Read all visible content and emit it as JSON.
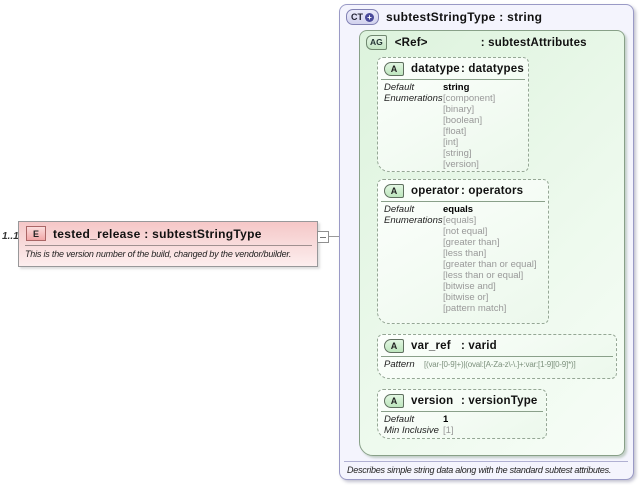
{
  "element": {
    "cardinality": "1..1",
    "badge": "E",
    "title": "tested_release : subtestStringType",
    "annotation": "This is the version number of the build, changed by the vendor/builder."
  },
  "complex_type": {
    "badge": "CT",
    "plus": "+",
    "title": "subtestStringType : string",
    "annotation": "Describes simple string data along with the standard subtest attributes."
  },
  "attribute_group": {
    "badge": "AG",
    "name": "<Ref>",
    "type": ": subtestAttributes"
  },
  "attributes": {
    "datatype": {
      "badge": "A",
      "name": "datatype",
      "type": ": datatypes",
      "labels": {
        "default": "Default",
        "enumerations": "Enumerations"
      },
      "default_value": "string",
      "enumerations": [
        "[component]",
        "[binary]",
        "[boolean]",
        "[float]",
        "[int]",
        "[string]",
        "[version]"
      ]
    },
    "operator": {
      "badge": "A",
      "name": "operator",
      "type": ": operators",
      "labels": {
        "default": "Default",
        "enumerations": "Enumerations"
      },
      "default_value": "equals",
      "enumerations": [
        "[equals]",
        "[not equal]",
        "[greater than]",
        "[less than]",
        "[greater than or equal]",
        "[less than or equal]",
        "[bitwise and]",
        "[bitwise or]",
        "[pattern match]"
      ]
    },
    "var_ref": {
      "badge": "A",
      "name": "var_ref",
      "type": ": varid",
      "labels": {
        "pattern": "Pattern"
      },
      "pattern_value": "[(var-[0-9]+)|(oval:[A-Za-z\\-\\.]+:var:[1-9][0-9]*)]"
    },
    "version": {
      "badge": "A",
      "name": "version",
      "type": ": versionType",
      "labels": {
        "default": "Default",
        "min_inclusive": "Min Inclusive"
      },
      "default_value": "1",
      "min_inclusive_value": "[1]"
    }
  },
  "colors": {
    "element_fill": "#f5c7c7",
    "element_badge_border": "#aa6666",
    "complex_type_fill": "#f4f4fd",
    "complex_type_border": "#9a9ac6",
    "attribute_group_fill": "#ddf3dd",
    "attribute_fill": "#ecf8ec",
    "connector_gray": "#9a9a9a",
    "muted_text": "#999999"
  }
}
